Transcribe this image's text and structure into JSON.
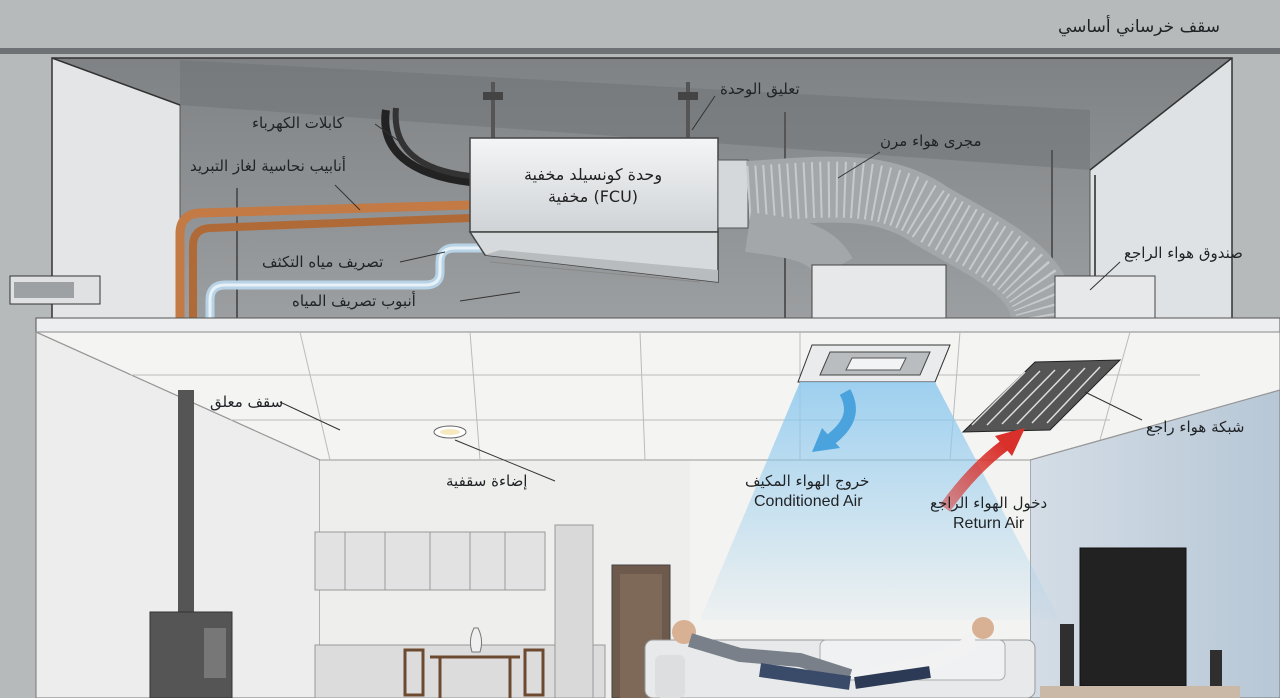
{
  "labels": {
    "concrete_ceiling": "سقف خرساني أساسي",
    "unit_suspension": "تعليق الوحدة",
    "electric_cables": "كابلات الكهرباء",
    "copper_pipes": "أنابيب نحاسية لغاز التبريد",
    "fcu_line1": "وحدة كونسيلد مخفية",
    "fcu_line2": "مخفية (FCU)",
    "flexible_duct": "مجرى هواء مرن",
    "return_air_box": "صندوق هواء الراجع",
    "condensate_drain": "تصريف مياه التكثف",
    "drain_pipe": "أنبوب تصريف المياه",
    "suspended_ceiling": "سقف معلق",
    "ceiling_light": "إضاءة سقفية",
    "conditioned_air_ar": "خروج الهواء المكيف",
    "conditioned_air_en": "Conditioned Air",
    "return_air_ar": "دخول الهواء الراجع",
    "return_air_en": "Return Air",
    "return_grille": "شبكة هواء راجع"
  },
  "colors": {
    "background": "#b9bcbc",
    "concrete": "#8d9092",
    "copper": "#c37a45",
    "drain_pipe": "#b9d3e6",
    "conditioned_air": "#5aaee0",
    "return_air": "#d9302b",
    "wall_right": "#c9d6e2"
  }
}
